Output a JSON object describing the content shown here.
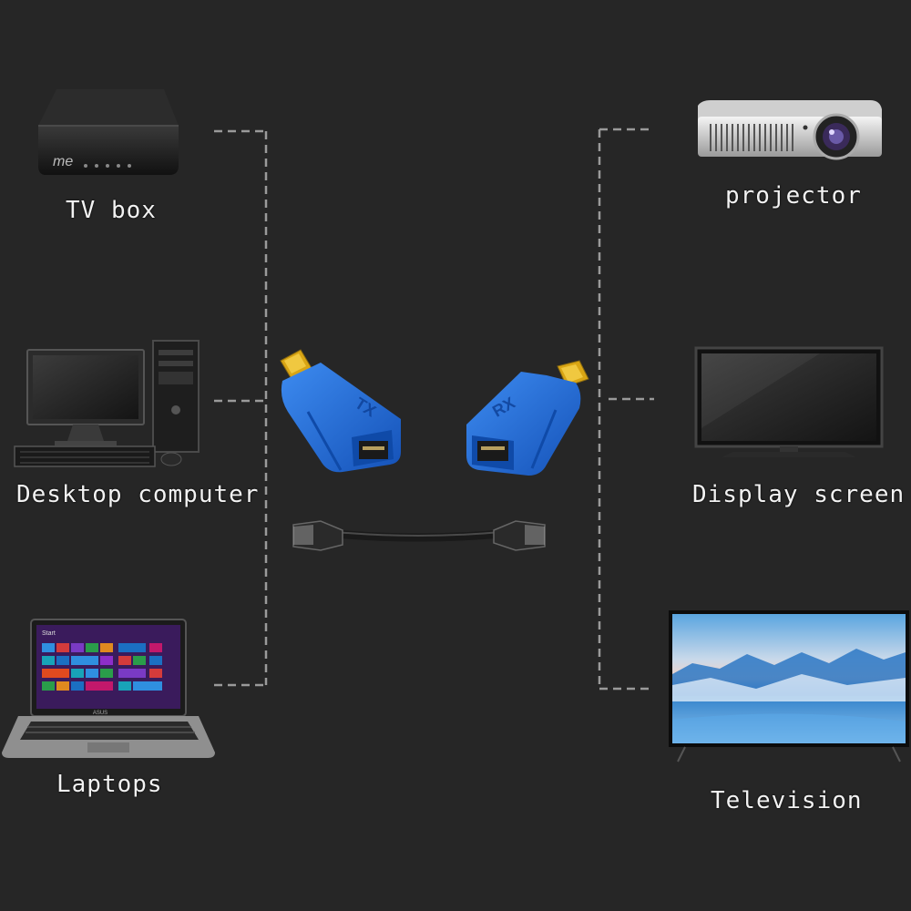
{
  "devices": {
    "tv_box": "TV box",
    "desktop": "Desktop computer",
    "laptops": "Laptops",
    "projector": "projector",
    "display": "Display screen",
    "television": "Television"
  },
  "extender_labels": {
    "tx": "TX",
    "rx": "RX"
  },
  "brand_marks": {
    "tvbox_logo": "me",
    "laptop_brand": "ASUS",
    "laptop_start": "Start"
  },
  "colors": {
    "background": "#262626",
    "connector_blue": "#1f6ed8",
    "connector_gold": "#d9a514",
    "dash_line": "#9a9a9a",
    "label_text": "#f2f2f2"
  }
}
